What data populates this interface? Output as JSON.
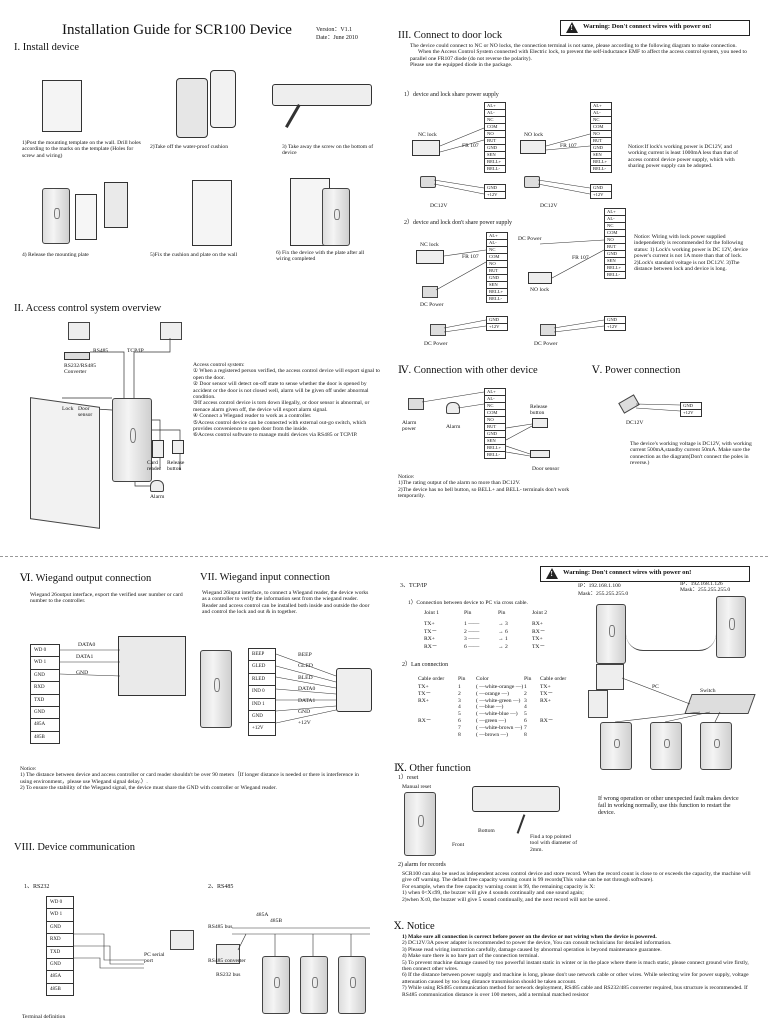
{
  "header": {
    "title": "Installation Guide for SCR100 Device",
    "version": "Version：V1.1",
    "date": "Date：June 2010"
  },
  "warning": "Warning: Don't connect wires with power on!",
  "sec1": {
    "title": "I.  Install device",
    "step1": "1)Post the mounting template on the wall. Drill holes according to the marks on the template (Holes for screw and wiring)",
    "step2": "2)Take off the water-proof cushion",
    "step3": "3) Take away the screw on the bottom of device",
    "step4": "4) Release the mounting plate",
    "step5": "5)Fix the cushion and plate on the wall",
    "step6": "6) Fix the device with the plate after all wiring completed"
  },
  "sec2": {
    "title": "II.  Access control system overview",
    "rs485": "RS485",
    "tcpip": "TCP/IP",
    "converter": "RS232/RS485 Converter",
    "lock": "Lock",
    "door_sensor": "Door sensor",
    "card_reader": "Card reader",
    "release_button": "Release button",
    "alarm": "Alarm",
    "desc": [
      "Access control system:",
      "① When a registered person verified, the access control device will export signal to open the door.",
      "② Door sensor will detect on-off state to sense whether the door is opened by accident or the door is not closed well, alarm will be given off under abnormal condition.",
      "③If access control device is torn down illegally, or door sensor is abnormal, or menace alarm given off, the device will export alarm signal.",
      "④ Connect a Wiegand reader to work as a controller.",
      "⑤Access control device can be connected with external out-go switch, which provides convenience to open door from the inside.",
      "⑥Access control software to manage multi devices via RS485 or TCP/IP."
    ]
  },
  "sec3": {
    "title": "III.  Connect to door lock",
    "intro": [
      "The device could connect to NC or NO locks, the connection terminal is not same, please according to the following diagram to make connection.",
      "When the Access Control System connected with Electric lock, to prevent the self-inductance EMF to affect the access control system, you need to parallel one FR107 diode (do not reverse the polarity).",
      "Please use the equipped diode in the package."
    ],
    "sub1": "1）device and lock share power supply",
    "sub2": "2）device and lock don't share power supply",
    "nc_lock": "NC lock",
    "no_lock": "NO lock",
    "fr107": "FR 107",
    "dc12v": "DC12V",
    "dc_power": "DC Power",
    "note1": "Notice:If lock's working power is DC12V, and working current is least 1000mA less than that of access control device power supply, which with sharing power supply can be adopted.",
    "note2": "Notice: Wiring with lock power supplied independently is recommended for the following status: 1) Lock's working power is DC 12V, device power's current is not 1A more than that of lock. 2)Lock's standard voltage is not DC12V. 3)The distance between lock and device is long."
  },
  "terminals": [
    "AL+",
    "AL-",
    "NC",
    "COM",
    "NO",
    "BUT",
    "GND",
    "SEN",
    "BELL+",
    "BELL-"
  ],
  "power_terms": [
    "GND",
    "+12V"
  ],
  "sec4": {
    "title": "Ⅳ.  Connection with other device",
    "alarm_power": "Alarm power",
    "alarm": "Alarm",
    "release_button": "Release button",
    "door_sensor": "Door sensor",
    "notice": "Notice:",
    "n1": "1)The rating output of the alarm no more than DC12V.",
    "n2": "2)The device has no bell button, so BELL+ and BELL- terminals don't work temporarily."
  },
  "sec5": {
    "title": "Ⅴ. Power connection",
    "dc12v": "DC12V",
    "desc": "The device's working voltage is DC12V, with working current 500mA,standby current 50mA. Make sure the connection as the diagram(Don't connect the poles in reverse.)"
  },
  "sec6": {
    "title": "Ⅵ.   Wiegand output connection",
    "desc": "Wiegand 26output interface, export the verified user number or card number to the controller.",
    "terms": [
      "WD 0",
      "WD 1",
      "GND",
      "RXD",
      "TXD",
      "GND",
      "485A",
      "485B"
    ],
    "data0": "DATA0",
    "data1": "DATA1",
    "gnd": "GND"
  },
  "sec7": {
    "title": "VII.  Wiegand  input connection",
    "desc": "Wiegand 26input interface, to connect a Wiegand reader, the device works as a controller to verify the information sent from the wiegand reader. Reader and access control can be installed both inside and outside the door and control the lock and out & in together.",
    "terms": [
      "BEEP",
      "GLED",
      "RLED",
      "IND 0",
      "IND 1",
      "GND",
      "+12V"
    ],
    "reader_labels": [
      "BEEP",
      "GLED",
      "BLED",
      "DATA0",
      "DATA1",
      "GND",
      "+12V"
    ]
  },
  "notice67": {
    "head": "Notice:",
    "n1": "1) The distance between device and access controller or card reader shouldn't be over 90 meters（If longer distance is needed or there is interference in using environment，please use Wiegand signal delay.）.",
    "n2": "2) To ensure the stability of the Wiegand signal, the device must share the GND with controller or Wiegand reader."
  },
  "sec8": {
    "title": "VIII.  Device communication",
    "rs232": "1、RS232",
    "rs485": "2、RS485",
    "terms": [
      "WD 0",
      "WD 1",
      "GND",
      "RXD",
      "TXD",
      "GND",
      "485A",
      "485B"
    ],
    "pc_serial": "PC serial port",
    "rs485_bus": "RS485 bus",
    "rs485_converter": "RS485 converter",
    "rs232_bus": "RS232 bus",
    "a485": "485A",
    "b485": "485B",
    "terminal_def": "Terminal definition"
  },
  "tcp": {
    "title": "3、TCP/IP",
    "ip1": "IP：192.168.1.100",
    "mask1": "Mask：255.255.255.0",
    "ip2": "IP：192.168.1.126",
    "mask2": "Mask：255.255.255.0",
    "cross": "1）Connection between device to PC via cross cable.",
    "hdr": [
      "Joint 1",
      "Pin",
      "Pin",
      "Joint 2"
    ],
    "rows": [
      [
        "TX+",
        "1",
        "3",
        "RX+"
      ],
      [
        "TX－",
        "2",
        "6",
        "RX－"
      ],
      [
        "RX+",
        "3",
        "1",
        "TX+"
      ],
      [
        "RX－",
        "6",
        "2",
        "TX－"
      ]
    ],
    "lan": "2）Lan connection",
    "lhdr": [
      "Cable order",
      "Pin",
      "Color",
      "Pin",
      "Cable order"
    ],
    "lrows": [
      [
        "TX+",
        "1",
        "white-orange",
        "1",
        "TX+"
      ],
      [
        "TX－",
        "2",
        "orange",
        "2",
        "TX－"
      ],
      [
        "RX+",
        "3",
        "white-green",
        "3",
        "RX+"
      ],
      [
        "",
        "4",
        "blue",
        "4",
        ""
      ],
      [
        "",
        "5",
        "white-blue",
        "5",
        ""
      ],
      [
        "RX－",
        "6",
        "green",
        "6",
        "RX－"
      ],
      [
        "",
        "7",
        "white-brown",
        "7",
        ""
      ],
      [
        "",
        "8",
        "brown",
        "8",
        ""
      ]
    ],
    "pc": "PC",
    "switch": "Switch"
  },
  "sec9": {
    "title": "Ⅸ.   Other function",
    "reset": "1）reset",
    "manual_reset": "Manual reset",
    "bottom": "Bottom",
    "front": "Front",
    "tool": "Find a top pointed tool with diameter of 2mm.",
    "reset_desc": "If wrong operation or other unexpected fault makes device fail in working normally, use this function to restart the device.",
    "alarm_title": "2) alarm for records",
    "alarm_desc": [
      "SCR100 can also be used as independent access control device and store record. When the record count is close to or exceeds the capacity, the machine will give off warning. The default free capacity warning count is 99 records(This value can be not through software).",
      "For example, when the free capacity warning count is 99, the remaining capacity is X:",
      "1) when 0<X≤99, the buzzer will give 4 sounds continually and one sound again;",
      "2)when X≤0, the buzzer will give 5 sound continually, and the next record will not be saved ."
    ]
  },
  "sec10": {
    "title": "Ⅹ.  Notice",
    "items": [
      "1) Make sure all connection is correct before power on the device or not wiring when the device is powered.",
      "2) DC12V/3A power adapter is recommended to power the device, You can consult technicians for detailed information.",
      "3) Please read wiring instruction carefully, damage caused by abnormal operation is beyond maintenance guarantee.",
      "4) Make sure there is no bare part of the connection terminal.",
      "5) To prevent machine damage caused by too powerful instant static in winter or in the place where there is much static,  please connect ground wire firstly,  then connect other wires.",
      "6) If the distance between power supply and machine is long, please don't use network cable or other wires. While selecting wire for power supply,  voltage attenuation caused by too long distance transmission should be taken account.",
      "7) While using RS485 communication method for network deployment, RS485 cable and RS232/485 converter required, bus structure is recommended. If RS485 communication distance is over 100 meters,  add a terminal matched resistor"
    ]
  }
}
